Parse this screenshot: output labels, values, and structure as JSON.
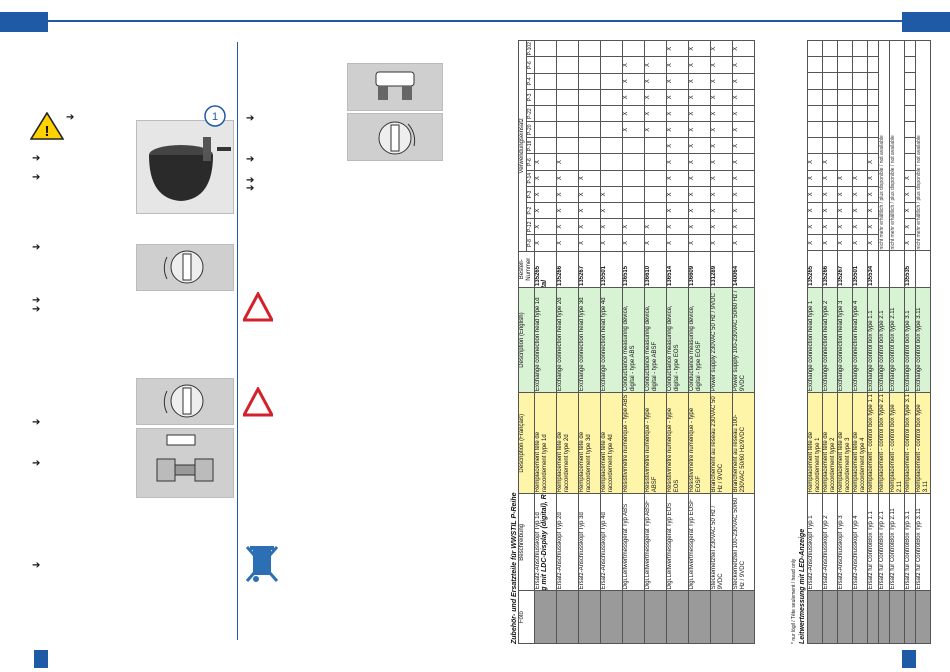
{
  "icons": {
    "arrow": "➔",
    "warning": "!",
    "x_mark": "X"
  },
  "callout": {
    "number": "1"
  },
  "table": {
    "title": "Zubehör- und Ersatzteile für WWSTIL P-Reihe",
    "headers": {
      "photo": "Foto",
      "desc_de": "Beschreibung",
      "desc_fr": "Description (Français)",
      "desc_en": "Description (English)",
      "order_no": "Bestell-Nummer",
      "usage": "Verwendungseinsatz"
    },
    "devices": [
      "P-8",
      "P-12",
      "P-2",
      "P-3",
      "P-14",
      "P-6",
      "P-18",
      "P-20",
      "P-22",
      "P-3",
      "P-4",
      "P-6",
      "P-102"
    ],
    "section1": "Leitwertmessung mit LDC-Display (digital), Résistivimètre numérique, Conductance measuring device, digital",
    "section2": "Leitwertmessung mit LED-Anzeige",
    "footnote": "* nur lógil / Tête seulement / head only",
    "not_available": "nicht mehr erhältlich / plus disponible / not available",
    "rows1": [
      {
        "de": "Ersatz-Anschlusskopf Typ 1d",
        "fr": "Remplacement tête de raccordement type 1d",
        "en": "Exchange connection head type 1d",
        "no": "135265",
        "x": [
          1,
          1,
          1,
          1,
          1,
          1,
          0,
          0,
          0,
          0,
          0,
          0,
          0
        ]
      },
      {
        "de": "Ersatz-Anschlusskopf Typ 2d",
        "fr": "Remplacement tête de raccordement type 2d",
        "en": "Exchange connection head type 2d",
        "no": "135266",
        "x": [
          1,
          1,
          1,
          1,
          1,
          1,
          0,
          0,
          0,
          0,
          0,
          0,
          0
        ]
      },
      {
        "de": "Ersatz-Anschlusskopf Typ 3d",
        "fr": "Remplacement tête de raccordement type 3d",
        "en": "Exchange connection head type 3d",
        "no": "135267",
        "x": [
          1,
          1,
          1,
          1,
          1,
          0,
          0,
          0,
          0,
          0,
          0,
          0,
          0
        ]
      },
      {
        "de": "Ersatz-Anschlusskopf Typ 4d",
        "fr": "Remplacement tête de raccordement type 4d",
        "en": "Exchange connection head type 4d",
        "no": "135501",
        "x": [
          1,
          1,
          1,
          1,
          0,
          0,
          0,
          0,
          0,
          0,
          0,
          0,
          0
        ]
      },
      {
        "de": "Digi.Leitwertmessgerät Typ ABS",
        "fr": "Résistivimètre numérique - type ABS",
        "en": "Conductance measuring device, digital - type ABS",
        "no": "136515",
        "x": [
          1,
          1,
          0,
          0,
          0,
          0,
          0,
          1,
          1,
          1,
          1,
          1,
          0
        ]
      },
      {
        "de": "Digi.Leitwertmessgerät Typ ABSF",
        "fr": "Résistivimètre numérique - type ABSF",
        "en": "Conductance measuring device, digital - type ABSF",
        "no": "136610",
        "x": [
          1,
          1,
          0,
          0,
          0,
          0,
          0,
          1,
          1,
          1,
          1,
          1,
          0
        ]
      },
      {
        "de": "Digi.Leitwertmessgerät Typ EOS",
        "fr": "Résistivimètre numérique - type EOS",
        "en": "Conductance measuring device, digital - type EOS",
        "no": "136514",
        "x": [
          1,
          1,
          1,
          1,
          1,
          1,
          1,
          1,
          1,
          1,
          1,
          1,
          1
        ]
      },
      {
        "de": "Digi.Leitwertmessgerät Typ EOSF",
        "fr": "Résistivimètre numérique - type EOSF",
        "en": "Conductance measuring device, digital - type EOSF",
        "no": "136609",
        "x": [
          1,
          1,
          1,
          1,
          1,
          1,
          1,
          1,
          1,
          1,
          1,
          1,
          1
        ]
      },
      {
        "de": "Steckernetzteil 230VAC 50 Hz / 9VDC",
        "fr": "Branchement au réseau 230VAC 50 Hz / 9VDC",
        "en": "Power supply 230VAC 50 Hz / 9VDC",
        "no": "131289",
        "x": [
          1,
          1,
          1,
          1,
          1,
          1,
          1,
          1,
          1,
          1,
          1,
          1,
          1
        ]
      },
      {
        "de": "Steckernetzteil 100-230VAC 50/60 Hz / 9VDC",
        "fr": "Branchement au réseau 100-230VAC 50/60 Hz/9VDC",
        "en": "Power supply 100-230VAC 50/60 Hz / 9VDC",
        "no": "140064",
        "x": [
          1,
          1,
          1,
          1,
          1,
          1,
          1,
          1,
          1,
          1,
          1,
          1,
          1
        ]
      }
    ],
    "rows2": [
      {
        "de": "Ersatz-Anschlusskopf Typ 1",
        "fr": "Remplacement tête de raccordement type 1",
        "en": "Exchange connection head type 1",
        "no": "135265",
        "x": [
          1,
          1,
          1,
          1,
          1,
          1,
          0,
          0,
          0,
          0,
          0,
          0,
          0
        ]
      },
      {
        "de": "Ersatz-Anschlusskopf Typ 2",
        "fr": "Remplacement tête de raccordement type 2",
        "en": "Exchange connection head type 2",
        "no": "135266",
        "x": [
          1,
          1,
          1,
          1,
          1,
          1,
          0,
          0,
          0,
          0,
          0,
          0,
          0
        ]
      },
      {
        "de": "Ersatz-Anschlusskopf Typ 3",
        "fr": "Remplacement tête de raccordement type 3",
        "en": "Exchange connection head type 3",
        "no": "135267",
        "x": [
          1,
          1,
          1,
          1,
          1,
          0,
          0,
          0,
          0,
          0,
          0,
          0,
          0
        ]
      },
      {
        "de": "Ersatz-Anschlusskopf Typ 4",
        "fr": "Remplacement tête de raccordement type 4",
        "en": "Exchange connection head type 4",
        "no": "135501",
        "x": [
          1,
          1,
          1,
          1,
          1,
          0,
          0,
          0,
          0,
          0,
          0,
          0,
          0
        ]
      },
      {
        "de": "Ersatz für ControlBox Typ 1.1",
        "fr": "Remplacement - control box type 1.1",
        "en": "Exchange control box type 1.1",
        "no": "135534",
        "x": [
          1,
          1,
          1,
          1,
          1,
          1,
          0,
          0,
          0,
          0,
          0,
          0,
          0
        ]
      },
      {
        "de": "Ersatz für ControlBox Typ 2.1",
        "fr": "Remplacement - control box type 2.1",
        "en": "Exchange control box type 2.1",
        "no": "",
        "x": "na"
      },
      {
        "de": "Ersatz für ControlBox Typ 2.11",
        "fr": "Remplacement - control box type 2.11",
        "en": "Exchange control box type 2.11",
        "no": "",
        "x": "na"
      },
      {
        "de": "Ersatz für ControlBox Typ 3.1",
        "fr": "Remplacement - control box type 3.1",
        "en": "Exchange control box type 3.1",
        "no": "135535",
        "x": [
          1,
          1,
          1,
          1,
          1,
          0,
          0,
          0,
          0,
          0,
          0,
          0,
          0
        ]
      },
      {
        "de": "Ersatz für ControlBox Typ 3.11",
        "fr": "Remplacement - control box type 3.11",
        "en": "Exchange control box type 3.11",
        "no": "",
        "x": "na"
      }
    ]
  }
}
